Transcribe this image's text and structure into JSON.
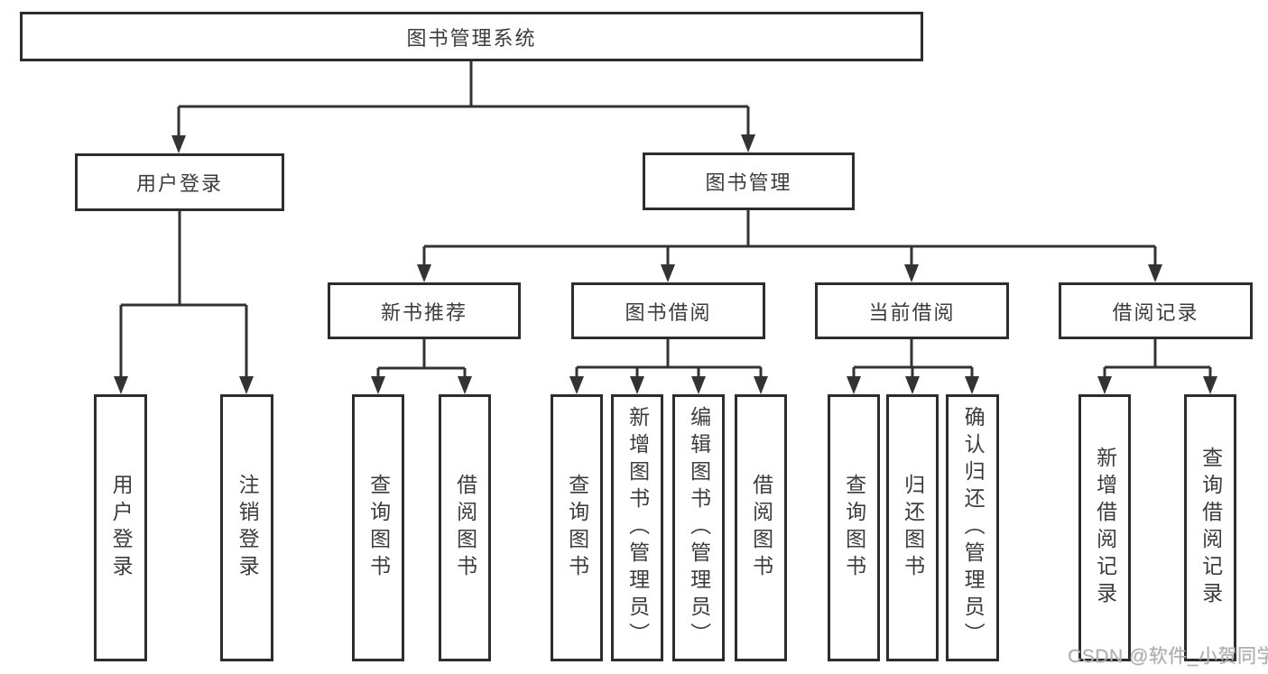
{
  "tree": {
    "root": {
      "label": "图书管理系统",
      "children": [
        {
          "label": "用户登录",
          "children": [
            {
              "label": "用户登录"
            },
            {
              "label": "注销登录"
            }
          ]
        },
        {
          "label": "图书管理",
          "children": [
            {
              "label": "新书推荐",
              "children": [
                {
                  "label": "查询图书"
                },
                {
                  "label": "借阅图书"
                }
              ]
            },
            {
              "label": "图书借阅",
              "children": [
                {
                  "label": "查询图书"
                },
                {
                  "label": "新增图书（管理员）"
                },
                {
                  "label": "编辑图书（管理员）"
                },
                {
                  "label": "借阅图书"
                }
              ]
            },
            {
              "label": "当前借阅",
              "children": [
                {
                  "label": "查询图书"
                },
                {
                  "label": "归还图书"
                },
                {
                  "label": "确认归还（管理员）"
                }
              ]
            },
            {
              "label": "借阅记录",
              "children": [
                {
                  "label": "新增借阅记录"
                },
                {
                  "label": "查询借阅记录"
                }
              ]
            }
          ]
        }
      ]
    }
  },
  "watermark": {
    "text": "CSDN @软件_小贺同学",
    "color": "#b0b0b0"
  },
  "colors": {
    "line": "#333333",
    "box_border": "#2d2d2d",
    "text": "#3c3c3c",
    "background": "#ffffff"
  }
}
